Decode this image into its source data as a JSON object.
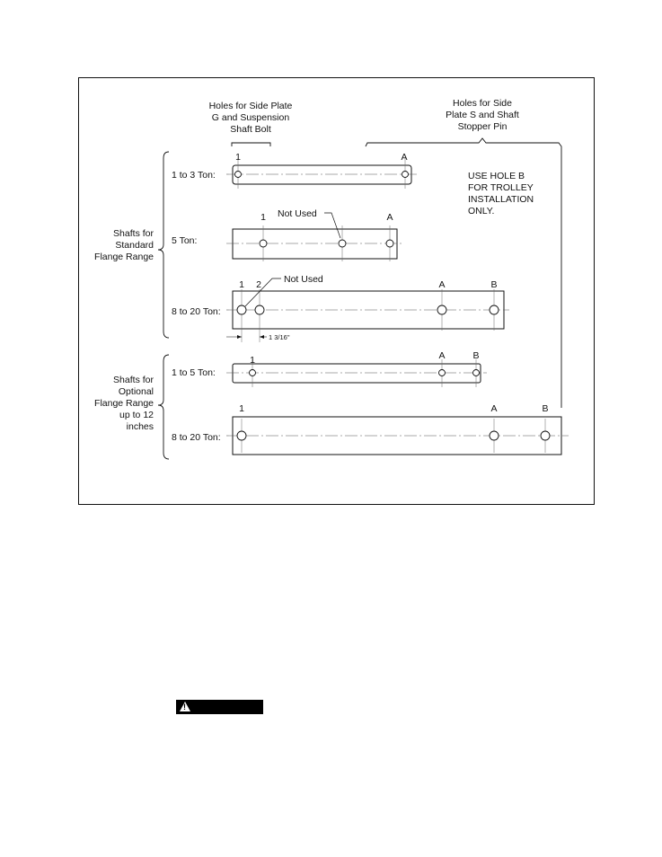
{
  "headers": {
    "left": [
      "Holes for Side Plate",
      "G and Suspension",
      "Shaft Bolt"
    ],
    "right": [
      "Holes for Side",
      "Plate S and Shaft",
      "Stopper Pin"
    ]
  },
  "note": [
    "USE HOLE B",
    "FOR TROLLEY",
    "INSTALLATION",
    "ONLY."
  ],
  "groups": {
    "standard": [
      "Shafts for",
      "Standard",
      "Flange Range"
    ],
    "optional": [
      "Shafts for",
      "Optional",
      "Flange Range",
      "up to 12",
      "inches"
    ]
  },
  "rows": {
    "r1": {
      "label": "1 to 3 Ton:",
      "hole1": "1",
      "holeA": "A"
    },
    "r2": {
      "label": "5 Ton:",
      "hole1": "1",
      "holeA": "A",
      "callout": "Not Used"
    },
    "r3": {
      "label": "8 to 20 Ton:",
      "hole1": "1",
      "hole2": "2",
      "holeA": "A",
      "holeB": "B",
      "callout": "Not Used",
      "dimension": "1 3/16\""
    },
    "r4": {
      "label": "1 to 5 Ton:",
      "hole1": "1",
      "holeA": "A",
      "holeB": "B"
    },
    "r5": {
      "label": "8 to 20 Ton:",
      "hole1": "1",
      "holeA": "A",
      "holeB": "B"
    }
  },
  "warning": {
    "icon": "warning-triangle-icon"
  }
}
